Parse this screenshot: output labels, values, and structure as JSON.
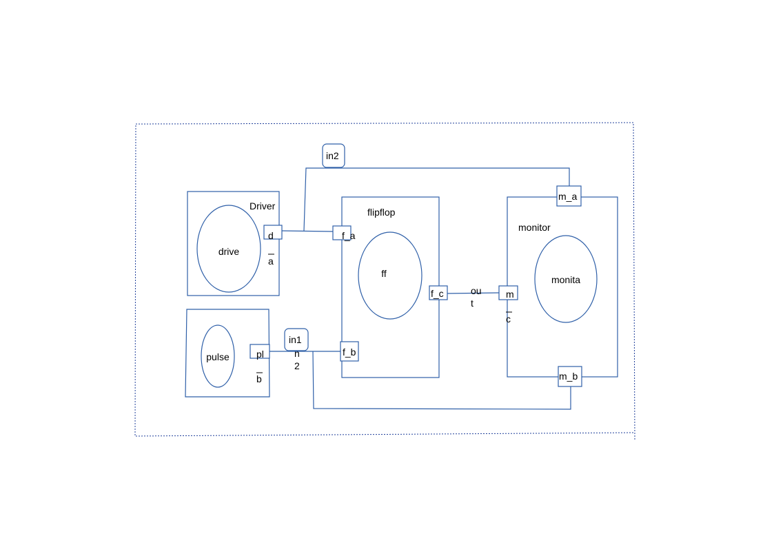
{
  "colors": {
    "line": "#2e5fa8",
    "frame": "#1f3f9a",
    "text": "#000000"
  },
  "blocks": {
    "driver": {
      "title": "Driver",
      "inner": "drive"
    },
    "pulse": {
      "inner": "pulse"
    },
    "flipflop": {
      "title": "flipflop",
      "inner": "ff"
    },
    "monitor": {
      "title": "monitor",
      "inner": "monita"
    }
  },
  "ports": {
    "d": "d",
    "pl": "pl",
    "f_a": "f_a",
    "f_b": "f_b",
    "f_c": "f_c",
    "m": "m",
    "m_a": "m_a",
    "m_b": "m_b"
  },
  "net_labels": {
    "a": "a",
    "b": "b",
    "c": "c",
    "in1": "in1",
    "in2": "in2",
    "n2_line1": "n",
    "n2_line2": "2",
    "out_line1": "ou",
    "out_line2": "t"
  }
}
